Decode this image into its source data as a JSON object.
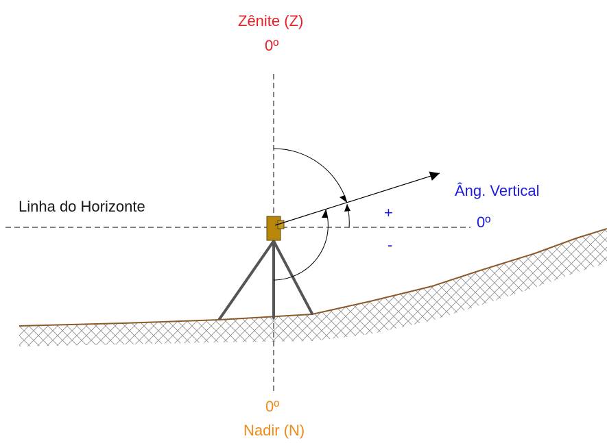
{
  "zenith": {
    "name": "Zênite (Z)",
    "angle": "0º"
  },
  "nadir": {
    "angle": "0º",
    "name": "Nadir (N)"
  },
  "horizon": {
    "label": "Linha do Horizonte"
  },
  "vertical_angle": {
    "label": "Âng. Vertical",
    "angle": "0º",
    "plus": "+",
    "minus": "-"
  },
  "colors": {
    "zenith": "#e8202a",
    "nadir": "#ee8a1a",
    "vertical_angle": "#1c1cd8",
    "ground": "#8a5a2b",
    "instrument": "#b8860b",
    "tripod": "#555555"
  }
}
